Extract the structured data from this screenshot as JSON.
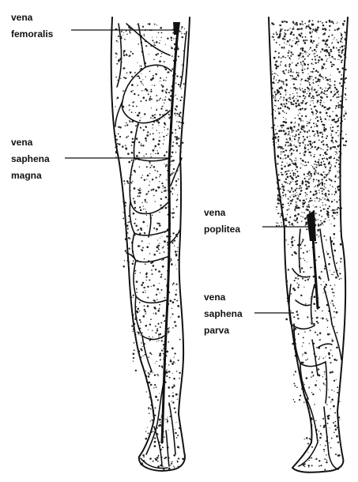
{
  "labels": {
    "femoralis": [
      "vena",
      "femoralis"
    ],
    "saphena_magna": [
      "vena",
      "saphena",
      "magna"
    ],
    "poplitea": [
      "vena",
      "poplitea"
    ],
    "saphena_parva": [
      "vena",
      "saphena",
      "parva"
    ]
  },
  "colors": {
    "ink": "#111111",
    "background": "#ffffff"
  }
}
